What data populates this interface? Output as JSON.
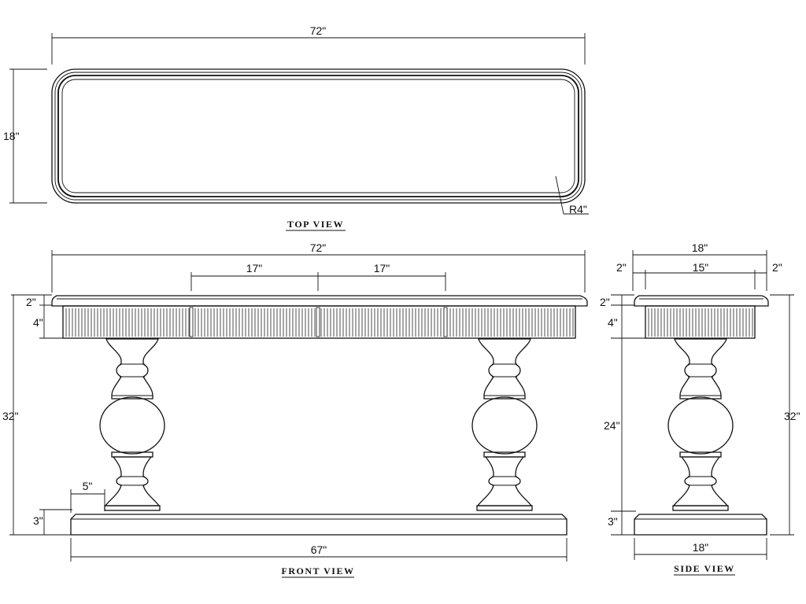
{
  "views": {
    "top": {
      "title": "TOP VIEW",
      "length": "72\"",
      "width": "18\"",
      "radius": "R4\""
    },
    "front": {
      "title": "FRONT VIEW",
      "length": "72\"",
      "drawer_left": "17\"",
      "drawer_right": "17\"",
      "top_thickness": "2\"",
      "apron_height": "4\"",
      "overall_height": "32\"",
      "foot_offset": "5\"",
      "base_height": "3\"",
      "base_length": "67\""
    },
    "side": {
      "title": "SIDE VIEW",
      "width_top": "18\"",
      "overhang_left": "2\"",
      "apron_width": "15\"",
      "overhang_right": "2\"",
      "top_thickness": "2\"",
      "apron_height": "4\"",
      "pedestal_height": "24\"",
      "overall_height": "32\"",
      "base_height": "3\"",
      "base_width": "18\""
    }
  }
}
